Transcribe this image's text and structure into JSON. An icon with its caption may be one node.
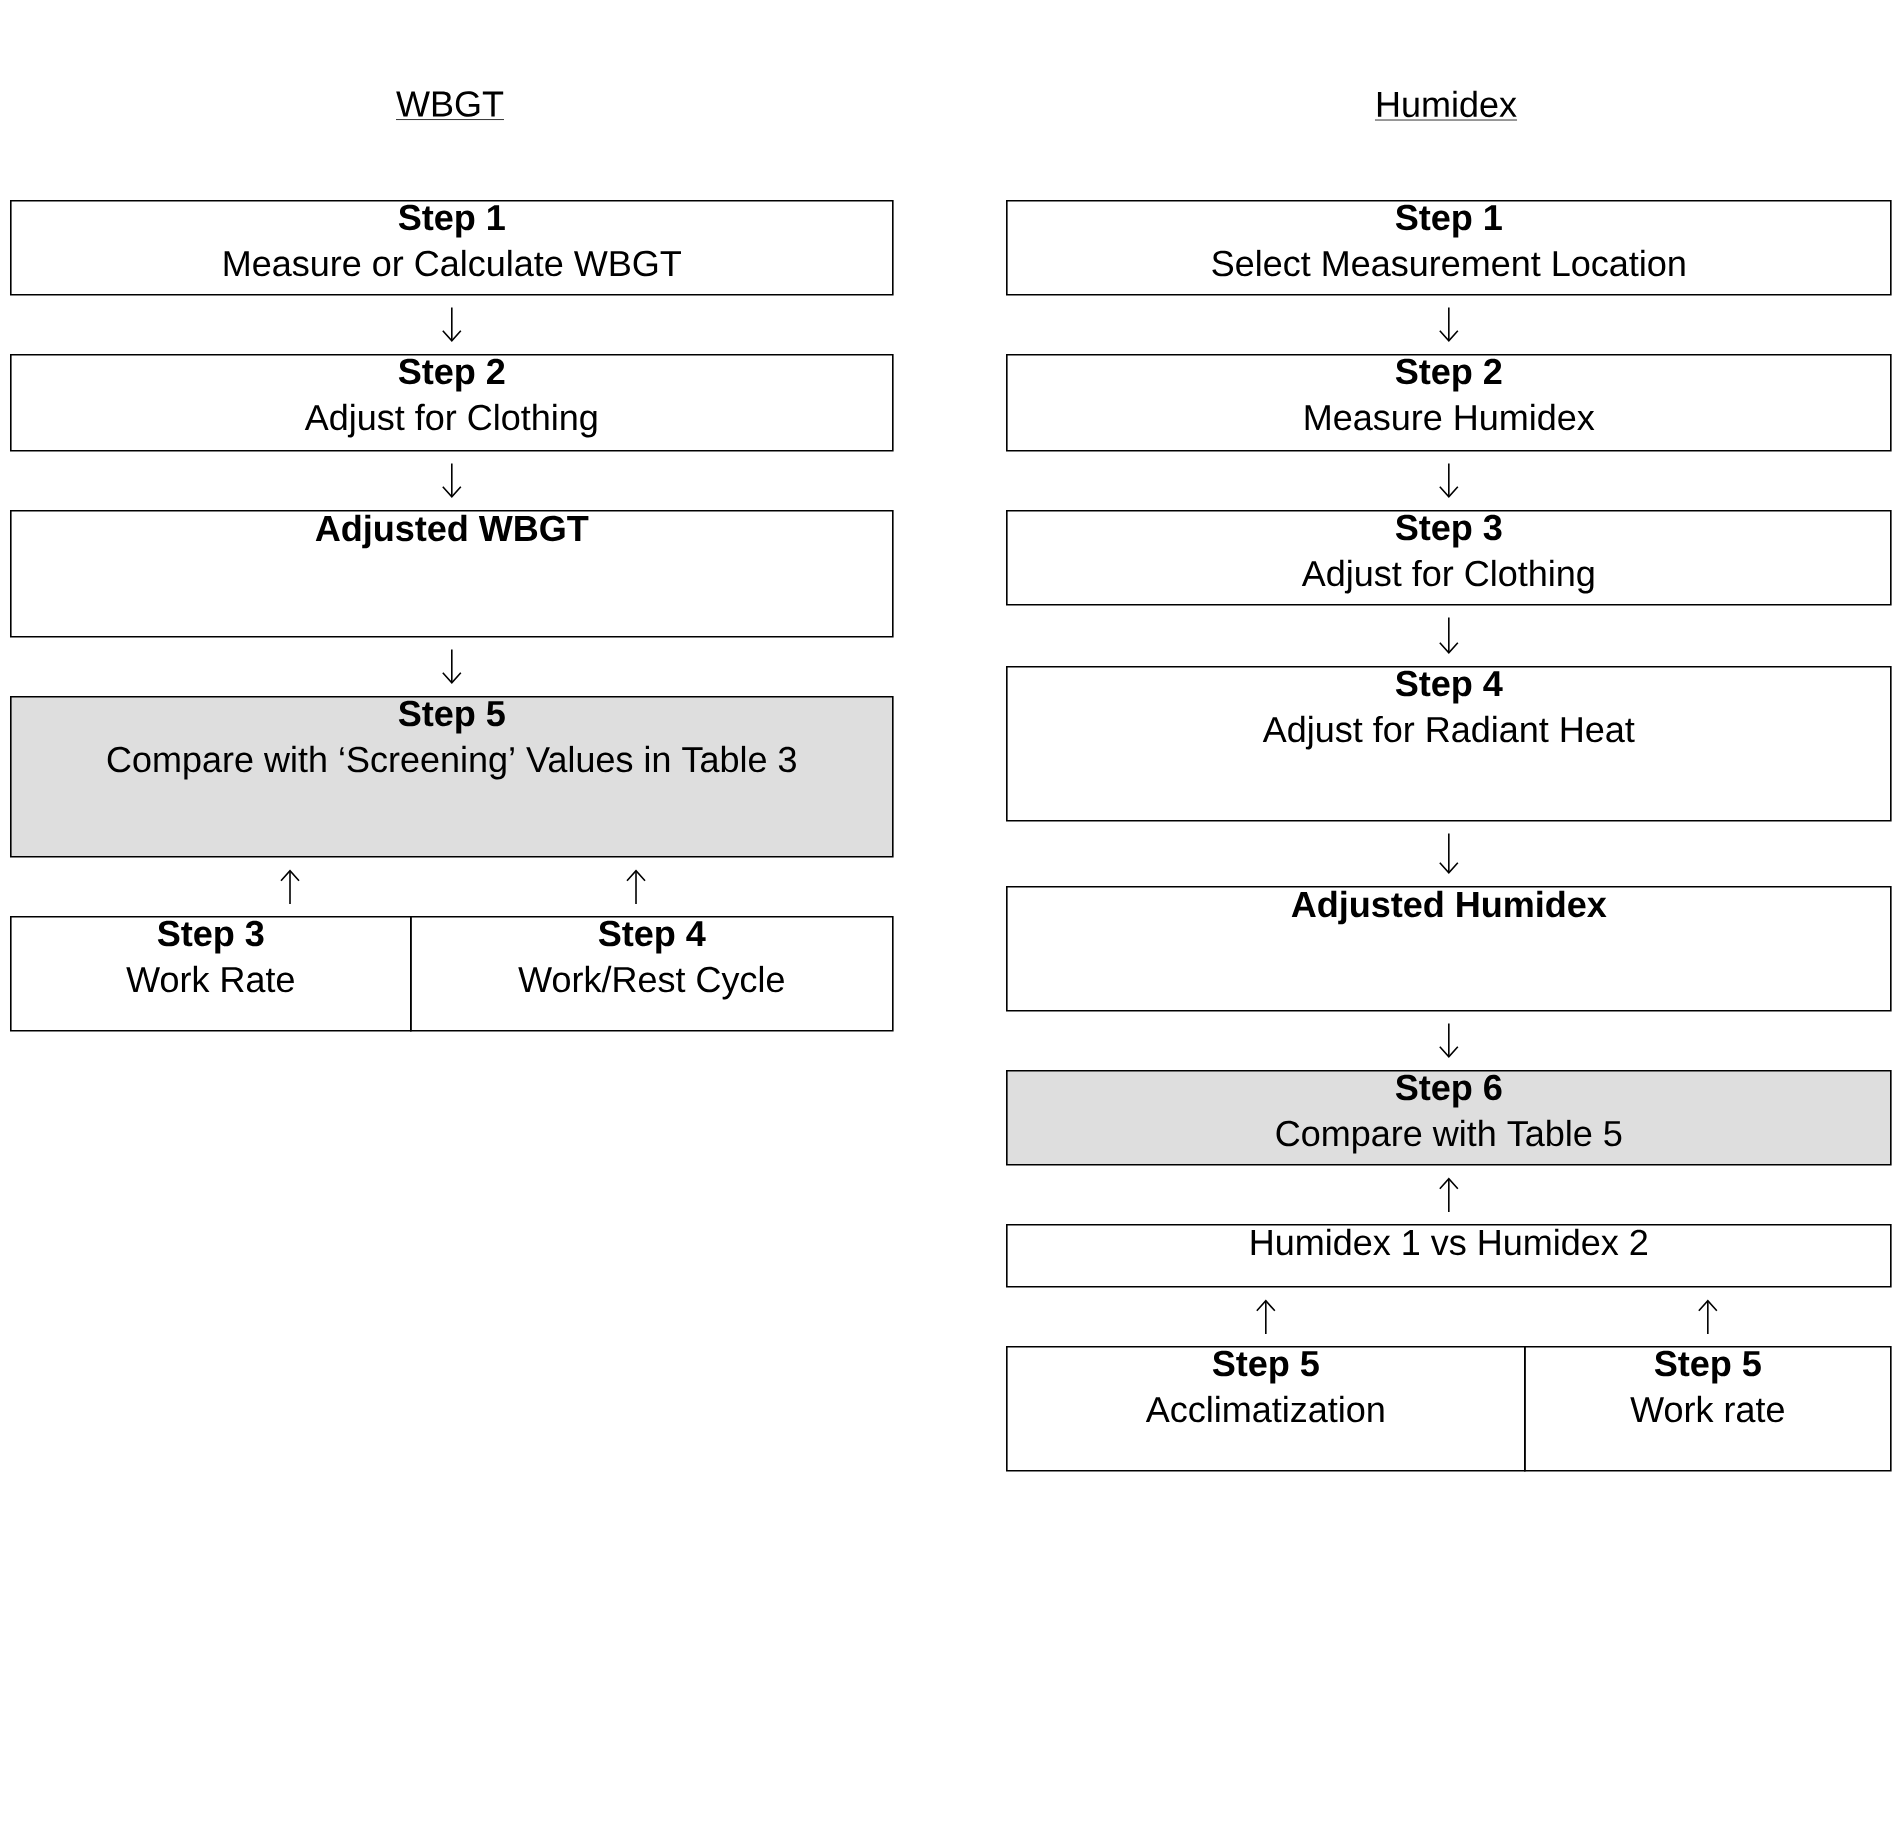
{
  "diagram": {
    "nodes": [
      {
        "text": [
          "Step 1",
          "Measure or Calculate WBGT"
        ]
      },
      {
        "text": [
          "Step 2",
          "Adjust for Clothing"
        ]
      },
      {
        "text": [
          "Adjusted WBGT"
        ]
      },
      {
        "text": [
          "Step 5",
          "Compare with ‘Screening’ Values in Table 3"
        ]
      },
      {
        "text": [
          "Step 3",
          "Work Rate"
        ]
      },
      {
        "text": [
          "Step 4",
          "Work/Rest Cycle"
        ]
      },
      {
        "text": [
          "Step 1",
          "Select Measurement Location"
        ]
      },
      {
        "text": [
          "Step 2",
          "Measure Humidex"
        ]
      },
      {
        "text": [
          "Step 3",
          "Adjust for Clothing"
        ]
      },
      {
        "text": [
          "Step 4",
          "Adjust for Radiant Heat"
        ]
      },
      {
        "text": [
          "Adjusted Humidex"
        ]
      },
      {
        "text": [
          "Step 6",
          "Compare with Table 5"
        ]
      },
      {
        "text": [
          "Humidex 1 vs Humidex 2"
        ]
      },
      {
        "text": [
          "Step 5",
          "Acclimatization"
        ]
      },
      {
        "text": [
          "Step 5",
          "Work rate"
        ]
      }
    ],
    "edges": [
      {
        "from": 0,
        "to": 1,
        "arrow": "to"
      },
      {
        "from": 1,
        "to": 2,
        "arrow": "to"
      },
      {
        "from": 2,
        "to": 3,
        "arrow": "to"
      },
      {
        "from": 4,
        "to": 3,
        "arrow": "to"
      },
      {
        "from": 5,
        "to": 3,
        "arrow": "to"
      },
      {
        "from": 6,
        "to": 7,
        "arrow": "to"
      },
      {
        "from": 7,
        "to": 8,
        "arrow": "to"
      },
      {
        "from": 8,
        "to": 9,
        "arrow": "to"
      },
      {
        "from": 9,
        "to": 10,
        "arrow": "to"
      },
      {
        "from": 10,
        "to": 11,
        "arrow": "to"
      },
      {
        "from": 12,
        "to": 11,
        "arrow": "to"
      },
      {
        "from": 13,
        "to": 12,
        "arrow": "to"
      },
      {
        "from": 14,
        "to": 12,
        "arrow": "to"
      }
    ],
    "labels": [
      "WBGT",
      "Humidex"
    ]
  }
}
